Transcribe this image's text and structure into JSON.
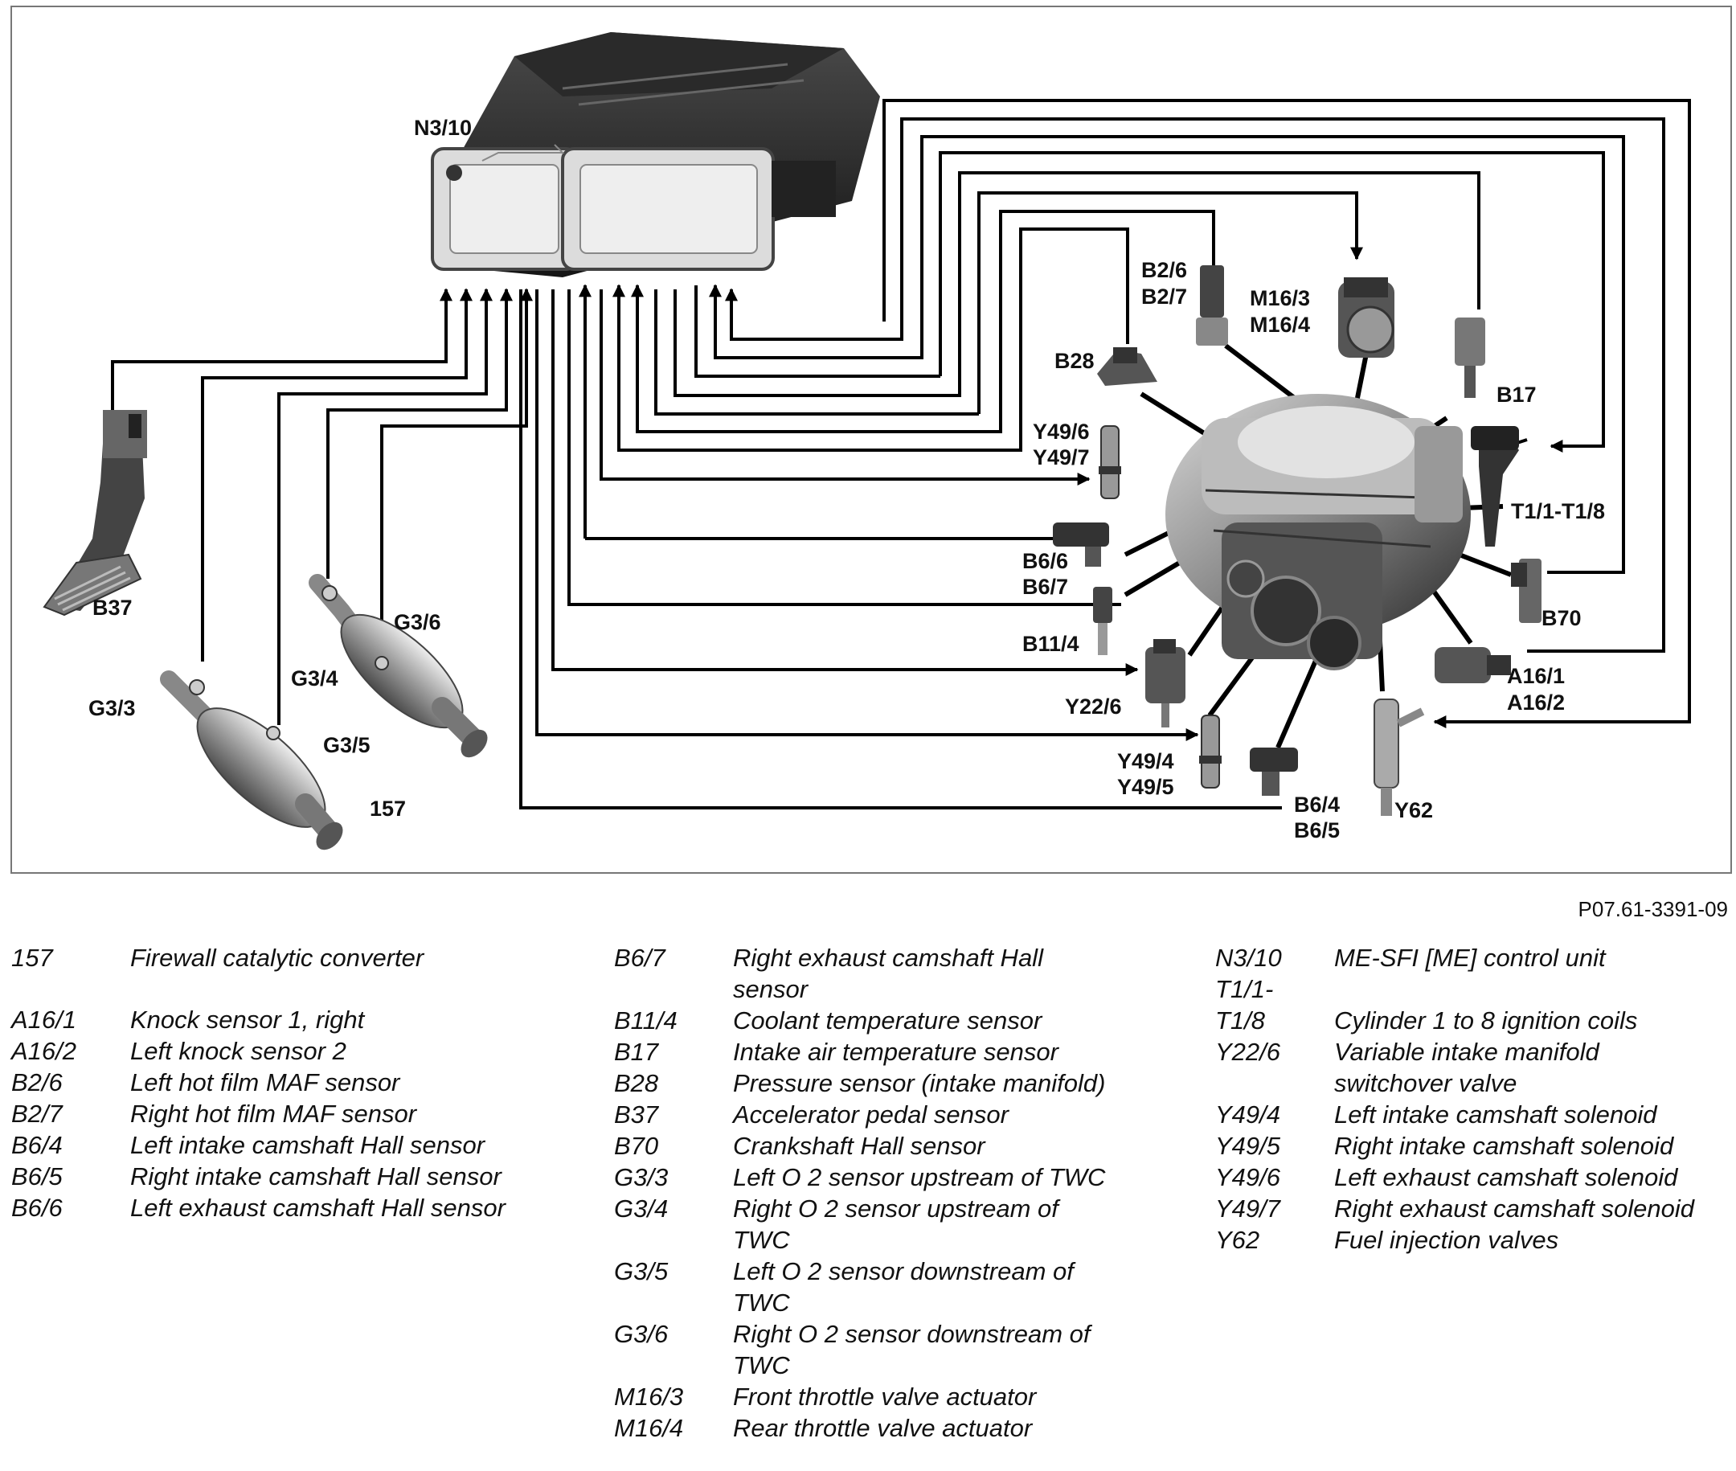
{
  "diagram": {
    "callouts": {
      "n3_10": "N3/10",
      "b37": "B37",
      "g3_3": "G3/3",
      "g3_4": "G3/4",
      "g3_5": "G3/5",
      "g3_6": "G3/6",
      "c157": "157",
      "b2_6": "B2/6",
      "b2_7": "B2/7",
      "m16_3": "M16/3",
      "m16_4": "M16/4",
      "b28": "B28",
      "b17": "B17",
      "y49_6": "Y49/6",
      "y49_7": "Y49/7",
      "t1": "T1/1-T1/8",
      "b6_6": "B6/6",
      "b6_7": "B6/7",
      "b11_4": "B11/4",
      "b70": "B70",
      "a16_1": "A16/1",
      "a16_2": "A16/2",
      "y22_6": "Y22/6",
      "y49_4": "Y49/4",
      "y49_5": "Y49/5",
      "b6_4": "B6/4",
      "b6_5": "B6/5",
      "y62": "Y62"
    },
    "reference": "P07.61-3391-09"
  },
  "legend": {
    "col1": [
      {
        "code": "157",
        "text": "Firewall catalytic converter"
      },
      {
        "code": "A16/1",
        "text": "Knock sensor 1, right"
      },
      {
        "code": "A16/2",
        "text": "Left knock sensor 2"
      },
      {
        "code": "B2/6",
        "text": "Left hot film MAF sensor"
      },
      {
        "code": "B2/7",
        "text": "Right hot film MAF sensor"
      },
      {
        "code": "B6/4",
        "text": "Left intake camshaft Hall sensor"
      },
      {
        "code": "B6/5",
        "text": "Right intake camshaft Hall sensor"
      },
      {
        "code": "B6/6",
        "text": "Left exhaust camshaft Hall sensor"
      }
    ],
    "col2": [
      {
        "code": "B6/7",
        "text": "Right exhaust camshaft Hall",
        "text2": "sensor"
      },
      {
        "code": "B11/4",
        "text": "Coolant temperature sensor"
      },
      {
        "code": "B17",
        "text": "Intake air temperature sensor"
      },
      {
        "code": "B28",
        "text": "Pressure sensor (intake manifold)"
      },
      {
        "code": "B37",
        "text": "Accelerator pedal sensor"
      },
      {
        "code": "B70",
        "text": "Crankshaft Hall sensor"
      },
      {
        "code": "G3/3",
        "text": "Left O 2 sensor upstream of TWC"
      },
      {
        "code": "G3/4",
        "text": "Right O 2 sensor upstream of",
        "text2": "TWC"
      },
      {
        "code": "G3/5",
        "text": "Left O 2 sensor downstream of",
        "text2": "TWC"
      },
      {
        "code": "G3/6",
        "text": "Right O 2 sensor downstream of",
        "text2": "TWC"
      },
      {
        "code": "M16/3",
        "text": "Front throttle valve actuator"
      },
      {
        "code": "M16/4",
        "text": "Rear throttle valve actuator"
      }
    ],
    "col3": [
      {
        "code": "N3/10",
        "text": "ME-SFI [ME] control unit"
      },
      {
        "code": "T1/1-",
        "text": ""
      },
      {
        "code": "T1/8",
        "text": "Cylinder 1 to 8 ignition coils"
      },
      {
        "code": "Y22/6",
        "text": "Variable intake manifold",
        "text2": "switchover valve"
      },
      {
        "code": "Y49/4",
        "text": "Left intake camshaft solenoid"
      },
      {
        "code": "Y49/5",
        "text": "Right intake camshaft solenoid"
      },
      {
        "code": "Y49/6",
        "text": "Left exhaust camshaft solenoid"
      },
      {
        "code": "Y49/7",
        "text": "Right exhaust camshaft solenoid"
      },
      {
        "code": "Y62",
        "text": "Fuel injection valves"
      }
    ]
  }
}
